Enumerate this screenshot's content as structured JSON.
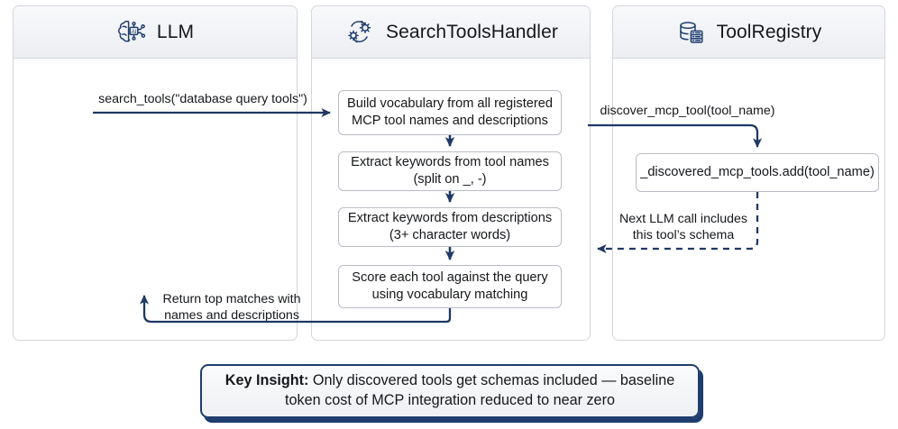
{
  "diagram": {
    "title": "MCP tool discovery swimlane flow",
    "accent_navy": "#1f3d6e",
    "arrow_color": "#1f3864",
    "lane_border": "#d2d5da",
    "box_border": "#b9bdc4"
  },
  "lanes": [
    {
      "id": "llm",
      "title": "LLM",
      "icon": "ai-brain-icon"
    },
    {
      "id": "handler",
      "title": "SearchToolsHandler",
      "icon": "gears-icon"
    },
    {
      "id": "registry",
      "title": "ToolRegistry",
      "icon": "database-registry-icon"
    }
  ],
  "steps": [
    {
      "id": "step-1",
      "text": "Build vocabulary from all registered MCP tool names and descriptions"
    },
    {
      "id": "step-2",
      "text": "Extract keywords from tool names (split on _, -)"
    },
    {
      "id": "step-3",
      "text": "Extract keywords from descriptions (3+ character words)"
    },
    {
      "id": "step-4",
      "text": "Score each tool against the query using vocabulary matching"
    }
  ],
  "registry_step": {
    "id": "registry-step-1",
    "text": "_discovered_mcp_tools.add(tool_name)"
  },
  "edges": [
    {
      "id": "call-search-tools",
      "label": "search_tools(\"database query tools\")",
      "style": "solid"
    },
    {
      "id": "return-top-matches",
      "label": "Return top matches with names and descriptions",
      "style": "solid"
    },
    {
      "id": "call-discover-mcp-tool",
      "label": "discover_mcp_tool(tool_name)",
      "style": "solid"
    },
    {
      "id": "schema-included",
      "label": "Next LLM call includes this tool’s schema",
      "style": "dashed"
    }
  ],
  "insight": {
    "label": "Key Insight:",
    "text": " Only discovered tools get schemas included — baseline token cost of MCP integration reduced to near zero"
  }
}
